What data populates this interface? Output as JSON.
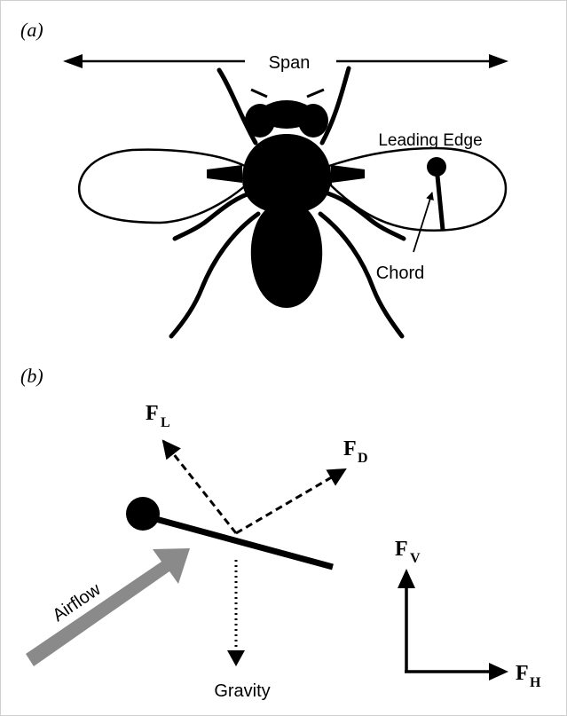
{
  "panel_a": {
    "label": "(a)",
    "span_label": "Span",
    "leading_edge_label": "Leading Edge",
    "chord_label": "Chord"
  },
  "panel_b": {
    "label": "(b)",
    "airflow_label": "Airflow",
    "gravity_label": "Gravity",
    "force_lift": {
      "symbol": "F",
      "subscript": "L"
    },
    "force_drag": {
      "symbol": "F",
      "subscript": "D"
    },
    "force_vertical": {
      "symbol": "F",
      "subscript": "V"
    },
    "force_horizontal": {
      "symbol": "F",
      "subscript": "H"
    }
  },
  "colors": {
    "ink": "#000000",
    "airflow_arrow": "#8a8a8a",
    "border": "#cfcfcf"
  }
}
